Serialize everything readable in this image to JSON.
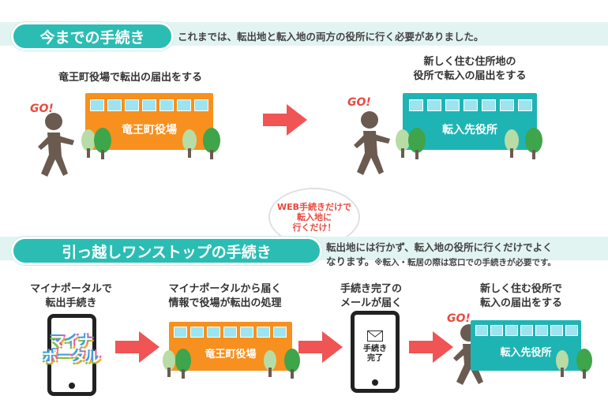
{
  "section1": {
    "title": "今までの手続き",
    "description": "これまでは、転出地と転入地の両方の役所に行く必要がありました。",
    "step1_caption": "竜王町役場で転出の届出をする",
    "step1_building": "竜王町役場",
    "step2_caption_line1": "新しく住む住所地の",
    "step2_caption_line2": "役所で転入の届出をする",
    "step2_building": "転入先役所",
    "go_label": "GO!"
  },
  "bubble": {
    "line1": "WEB手続きだけで",
    "line2": "転入地に",
    "line3": "行くだけ！"
  },
  "section2": {
    "title": "引っ越しワンストップの手続き",
    "description_line1": "転出地には行かず、転入地の役所に行くだけでよく",
    "description_line2": "なります。",
    "description_note": "※転入・転居の際は窓口での手続きが必要です。",
    "step1_caption_line1": "マイナポータルで",
    "step1_caption_line2": "転出手続き",
    "mynaportal_line1": "マイナ",
    "mynaportal_line2": "ポータル",
    "step2_caption_line1": "マイナポータルから届く",
    "step2_caption_line2": "情報で役場が転出の処理",
    "step2_building": "竜王町役場",
    "step3_caption_line1": "手続き完了の",
    "step3_caption_line2": "メールが届く",
    "mail_line1": "手続き",
    "mail_line2": "完了",
    "step4_caption_line1": "新しく住む役所で",
    "step4_caption_line2": "転入の届出をする",
    "step4_building": "転入先役所",
    "go_label": "GO!"
  },
  "colors": {
    "teal": "#2bbdb3",
    "band": "#e2f4f2",
    "orange": "#f7901e",
    "building_teal": "#1fb4b4",
    "arrow": "#f05454",
    "tree": "#3ea54a",
    "person": "#6b5a50"
  },
  "icons": [
    "person-running-icon",
    "tree-icon",
    "arrow-right-icon",
    "envelope-icon",
    "smartphone-icon"
  ]
}
